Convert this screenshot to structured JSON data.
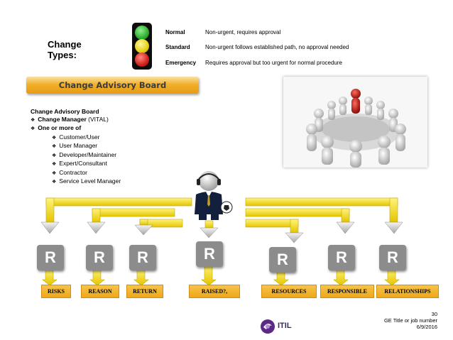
{
  "change_types": {
    "label": "Change\nTypes:",
    "rows": [
      {
        "name": "Normal",
        "desc": "Non-urgent, requires approval"
      },
      {
        "name": "Standard",
        "desc": "Non-urgent follows established path, no approval needed"
      },
      {
        "name": "Emergency",
        "desc": "Requires approval but too urgent for normal procedure"
      }
    ],
    "colors": {
      "green": "#2fae2f",
      "yellow": "#e5d016",
      "red": "#d2201c"
    }
  },
  "cab": {
    "title": "Change Advisory Board",
    "heading": "Change Advisory Board",
    "manager_bold": "Change Manager",
    "manager_note": " (VITAL)",
    "one_or_more": "One or more of",
    "members": [
      "Customer/User",
      "User Manager",
      "Developer/Maintainer",
      "Expert/Consultant",
      "Contractor",
      "Service Level Manager"
    ]
  },
  "rs": {
    "letter": "R",
    "labels": [
      "RISKS",
      "REASON",
      "RETURN",
      "RAISED?,",
      "RESOURCES",
      "RESPONSIBLE",
      "RELATIONSHIPS"
    ]
  },
  "footer": {
    "page": "30",
    "title": "GE Title or job number",
    "date": "6/9/2016",
    "logo_text": "ITIL"
  }
}
